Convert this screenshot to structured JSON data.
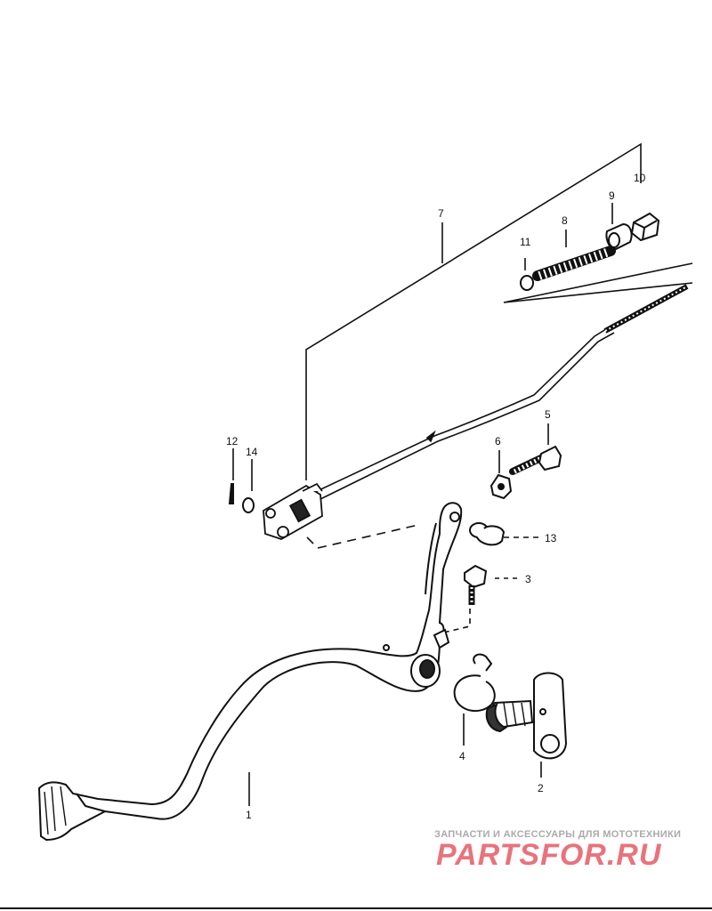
{
  "labels": {
    "p1": "1",
    "p2": "2",
    "p3": "3",
    "p4": "4",
    "p5": "5",
    "p6": "6",
    "p7": "7",
    "p8": "8",
    "p9": "9",
    "p10": "10",
    "p11": "11",
    "p12": "12",
    "p13": "13",
    "p14": "14"
  },
  "watermark": {
    "tagline": "ЗАПЧАСТИ И АКСЕССУАРЫ ДЛЯ МОТОТЕХНИКИ",
    "logo": "PARTSFOR.RU"
  },
  "colors": {
    "line": "#111111",
    "watermark_red": "#e8737c",
    "watermark_gray": "#aaaaaa"
  }
}
